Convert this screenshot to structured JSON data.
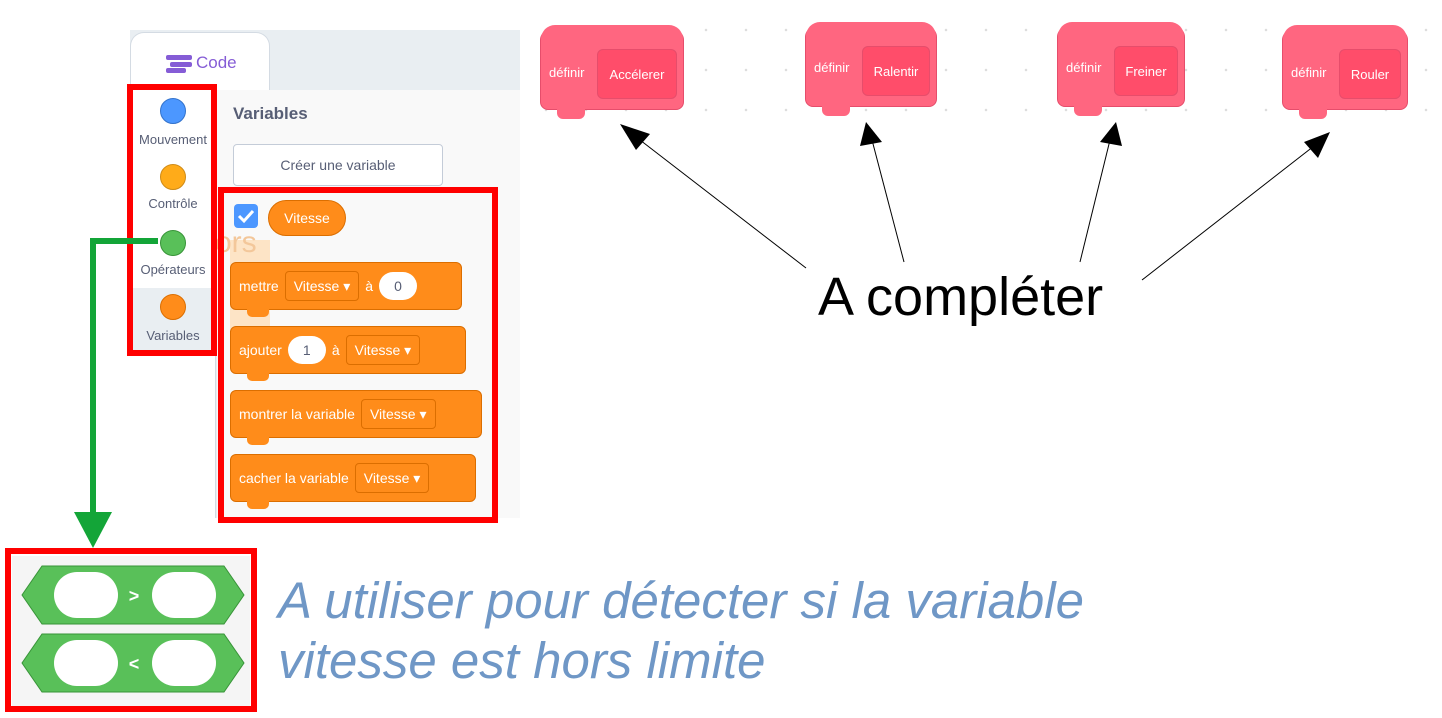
{
  "editor": {
    "tab_label": "Code",
    "categories": [
      {
        "label": "Mouvement",
        "color": "#4c97ff"
      },
      {
        "label": "Contrôle",
        "color": "#ffab19"
      },
      {
        "label": "Opérateurs",
        "color": "#59c059"
      },
      {
        "label": "Variables",
        "color": "#ff8c1a"
      }
    ],
    "palette_title": "Variables",
    "create_variable_button": "Créer une variable",
    "variable_name": "Vitesse",
    "ghost_text": "ors",
    "blocks": {
      "set": {
        "prefix": "mettre",
        "var": "Vitesse",
        "mid": "à",
        "value": "0"
      },
      "change": {
        "prefix": "ajouter",
        "value": "1",
        "mid": "à",
        "var": "Vitesse"
      },
      "show": {
        "prefix": "montrer la variable",
        "var": "Vitesse"
      },
      "hide": {
        "prefix": "cacher la variable",
        "var": "Vitesse"
      }
    }
  },
  "define_blocks": [
    {
      "keyword": "définir",
      "name": "Accélerer"
    },
    {
      "keyword": "définir",
      "name": "Ralentir"
    },
    {
      "keyword": "définir",
      "name": "Freiner"
    },
    {
      "keyword": "définir",
      "name": "Rouler"
    }
  ],
  "operators": [
    {
      "symbol": ">"
    },
    {
      "symbol": "<"
    }
  ],
  "annotations": {
    "complete_label": "A compléter",
    "note_line1": "A utiliser pour détecter si la variable",
    "note_line2": "vitesse est hors limite"
  },
  "colors": {
    "highlight_red": "#ff0000",
    "arrow_green": "#13a538",
    "define_pink": "#ff6680",
    "variables_orange": "#ff8c1a",
    "operators_green": "#59c059",
    "note_blue": "#6f97c6"
  }
}
